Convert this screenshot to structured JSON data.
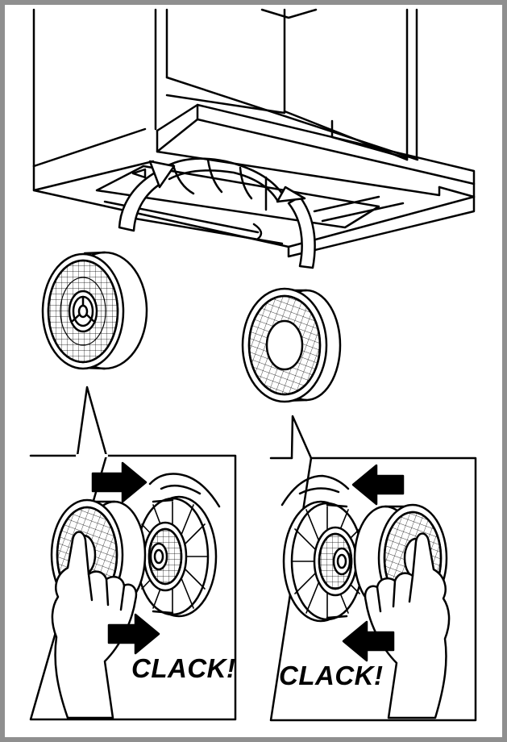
{
  "colors": {
    "line": "#000000",
    "paper": "#ffffff",
    "frame": "#8f8f8f"
  },
  "panels": {
    "left": {
      "caption": "CLACK!",
      "arrow_direction": "right"
    },
    "right": {
      "caption": "CLACK!",
      "arrow_direction": "left"
    }
  }
}
